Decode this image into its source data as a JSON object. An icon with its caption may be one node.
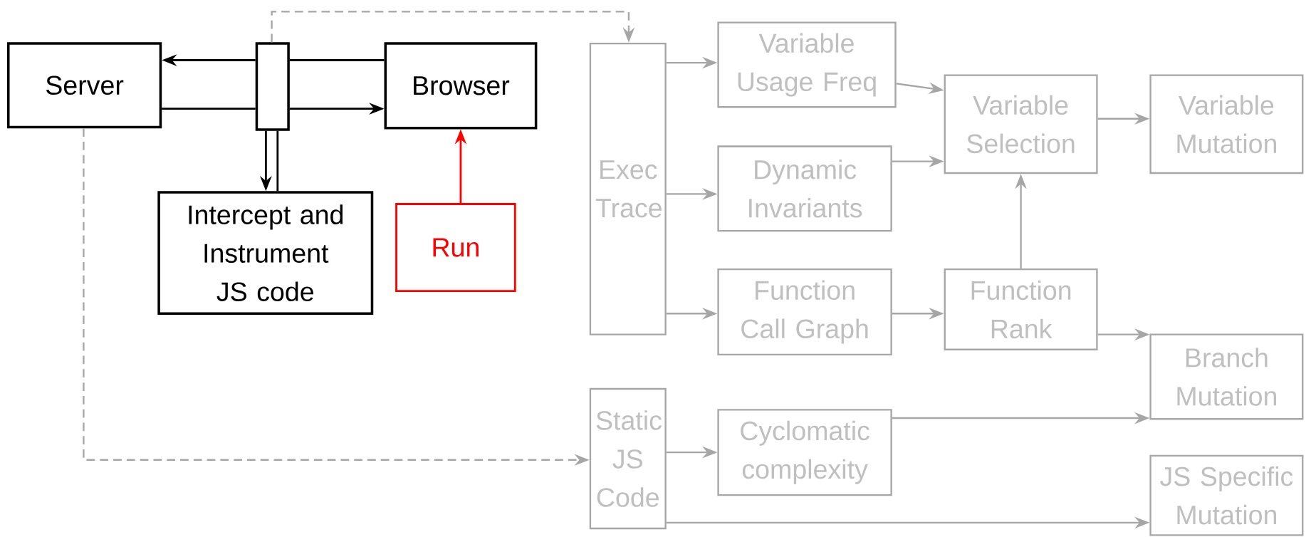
{
  "diagram": {
    "nodes": [
      {
        "text": [
          "Server"
        ]
      },
      {
        "text": [],
        "shape": "box"
      },
      {
        "text": [
          "Browser"
        ]
      },
      {
        "text": [
          "Intercept and Instrument JS code"
        ]
      },
      {
        "text": [
          "Run"
        ]
      },
      {
        "text": [
          "Exec Trace"
        ]
      },
      {
        "text": [
          "Variable Usage Freq"
        ]
      },
      {
        "text": [
          "Variable Selection"
        ]
      },
      {
        "text": [
          "Variable Mutation"
        ]
      },
      {
        "text": [
          "Dynamic Invariants"
        ]
      },
      {
        "text": [
          "Function Call Graph"
        ]
      },
      {
        "text": [
          "Function Rank"
        ]
      },
      {
        "text": [
          "Branch Mutation"
        ]
      },
      {
        "text": [
          "Static JS Code"
        ]
      },
      {
        "text": [
          "Cyclomatic complexity"
        ]
      },
      {
        "text": [
          "JS Specific Mutation"
        ]
      }
    ],
    "edges": [
      {
        "from": 1,
        "to": 0,
        "arrow": "to",
        "color": "#000000"
      },
      {
        "from": 0,
        "to": 1,
        "arrow": "none",
        "color": "#000000"
      },
      {
        "from": 1,
        "to": 2,
        "arrow": "to",
        "color": "#000000"
      },
      {
        "from": 2,
        "to": 1,
        "arrow": "none",
        "color": "#000000"
      },
      {
        "from": 1,
        "to": 3,
        "arrow": "to",
        "color": "#000000"
      },
      {
        "from": 3,
        "to": 1,
        "arrow": "none",
        "color": "#000000"
      },
      {
        "from": 4,
        "to": 2,
        "arrow": "to",
        "color": "#ff0000"
      },
      {
        "from": 1,
        "to": 5,
        "arrow": "to",
        "style": "dashed"
      },
      {
        "from": 0,
        "to": 13,
        "arrow": "to",
        "style": "dashed"
      },
      {
        "from": 5,
        "to": 6,
        "arrow": "to"
      },
      {
        "from": 5,
        "to": 9,
        "arrow": "to"
      },
      {
        "from": 5,
        "to": 10,
        "arrow": "to"
      },
      {
        "from": 6,
        "to": 7,
        "arrow": "to"
      },
      {
        "from": 9,
        "to": 7,
        "arrow": "to"
      },
      {
        "from": 7,
        "to": 8,
        "arrow": "to"
      },
      {
        "from": 10,
        "to": 11,
        "arrow": "to"
      },
      {
        "from": 11,
        "to": 7,
        "arrow": "to"
      },
      {
        "from": 11,
        "to": 12,
        "arrow": "to"
      },
      {
        "from": 13,
        "to": 14,
        "arrow": "to"
      },
      {
        "from": 14,
        "to": 12,
        "arrow": "to"
      },
      {
        "from": 13,
        "to": 15,
        "arrow": "to"
      }
    ]
  }
}
